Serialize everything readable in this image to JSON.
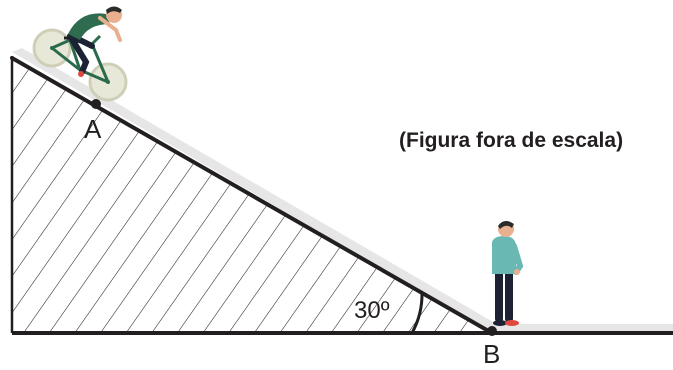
{
  "figure": {
    "point_a_label": "A",
    "point_b_label": "B",
    "angle_label": "30º",
    "scale_note": "(Figura fora de escala)"
  },
  "colors": {
    "ink": "#231f20",
    "road_light": "#e6e6e6",
    "shirt_green": "#2f6b4f",
    "shirt_teal": "#69b8b3",
    "pants_navy": "#1c2233",
    "shoe_red": "#e0483f",
    "skin": "#e8b08e",
    "bike_frame": "#2b6b4c",
    "wheel": "#dcdcc8"
  },
  "icons": {
    "cyclist": "cyclist-icon",
    "pedestrian": "standing-person-icon"
  }
}
